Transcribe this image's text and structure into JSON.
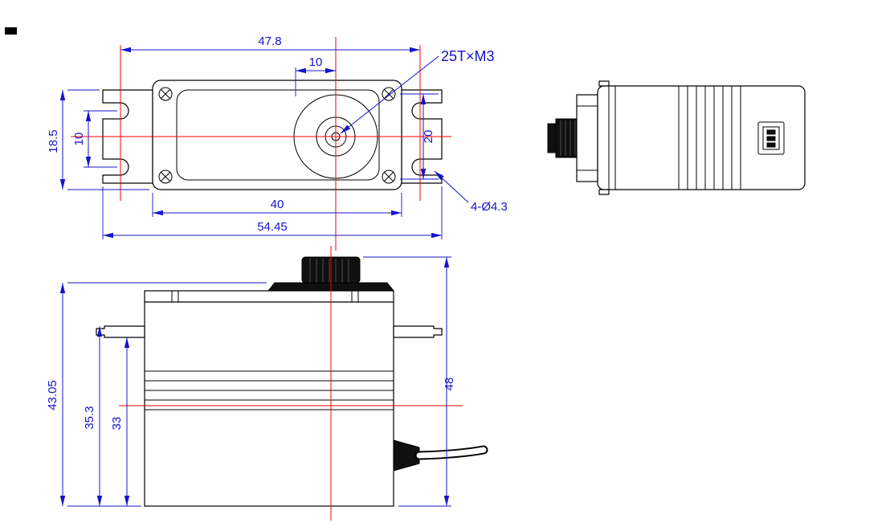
{
  "drawing": {
    "colors": {
      "dimension": "#1414C8",
      "centerline": "#FF0000",
      "outline": "#000000",
      "dark_fill": "#101010",
      "background": "#FFFFFF"
    },
    "top_view": {
      "dim_flange_hole_span": "47.8",
      "dim_shaft_offset": "10",
      "label_output_spline": "25T×M3",
      "dim_flange_height": "18.5",
      "dim_slot_spacing": "10",
      "dim_right_slot_span": "20",
      "dim_body_length": "40",
      "label_mount_holes": "4-Ø4.3",
      "dim_overall_length": "54.45"
    },
    "front_view": {
      "dim_overall_height": "43.05",
      "dim_tab_top_height": "35.3",
      "dim_tab_bottom_height": "33",
      "dim_shaft_top_height": "48"
    }
  }
}
